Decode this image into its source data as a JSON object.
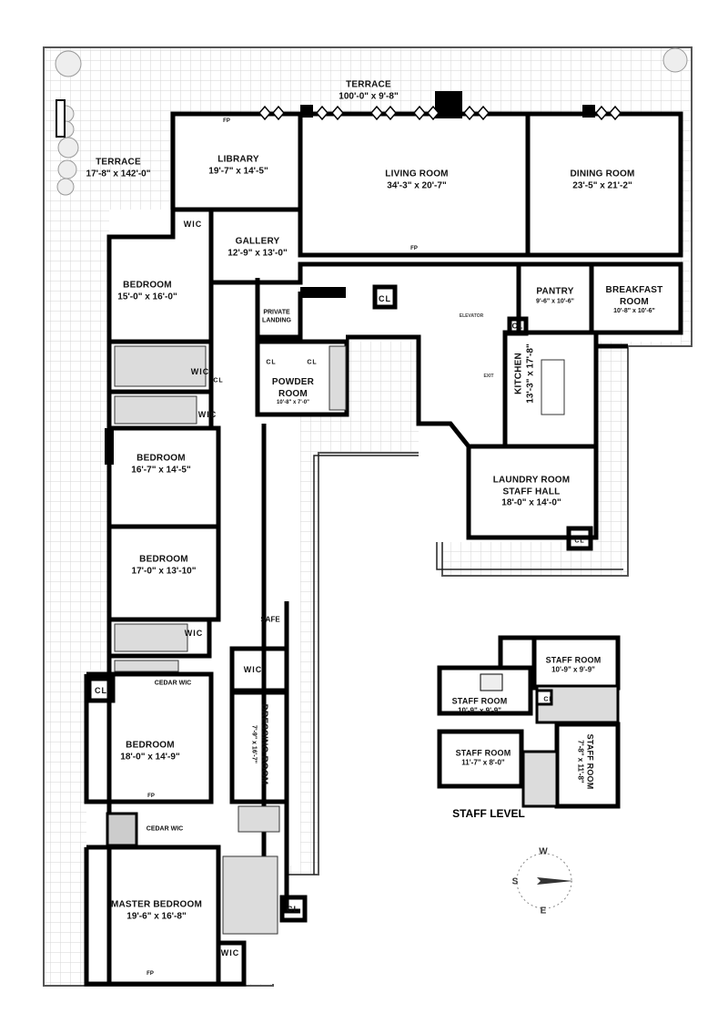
{
  "rooms": [
    {
      "name": "TERRACE",
      "dims": "100'-0\" x 9'-8\""
    },
    {
      "name": "TERRACE",
      "dims": "17'-8\" x 142'-0\""
    },
    {
      "name": "LIBRARY",
      "dims": "19'-7\" x 14'-5\""
    },
    {
      "name": "LIVING ROOM",
      "dims": "34'-3\" x 20'-7\""
    },
    {
      "name": "DINING ROOM",
      "dims": "23'-5\" x 21'-2\""
    },
    {
      "name": "GALLERY",
      "dims": "12'-9\" x 13'-0\""
    },
    {
      "name": "BEDROOM",
      "dims": "15'-0\" x 16'-0\""
    },
    {
      "name": "PRIVATE",
      "dims": "LANDING"
    },
    {
      "name": "PANTRY",
      "dims": "9'-6\" x 10'-6\""
    },
    {
      "name": "BREAKFAST ROOM",
      "dims": "10'-8\" x 10'-6\""
    },
    {
      "name": "POWDER ROOM",
      "dims": "10'-8\" x 7'-0\""
    },
    {
      "name": "KITCHEN",
      "dims": "13'-3\" x 17'-8\""
    },
    {
      "name": "LAUNDRY ROOM STAFF HALL",
      "dims": "18'-0\" x 14'-0\""
    },
    {
      "name": "BEDROOM",
      "dims": "16'-7\" x 14'-5\""
    },
    {
      "name": "BEDROOM",
      "dims": "17'-0\" x 13'-10\""
    },
    {
      "name": "BEDROOM",
      "dims": "18'-0\" x 14'-9\""
    },
    {
      "name": "DRESSING ROOM",
      "dims": "7'-9\" x 16'-7\""
    },
    {
      "name": "MASTER BEDROOM",
      "dims": "19'-6\" x 16'-8\""
    },
    {
      "name": "STAFF ROOM",
      "dims": "10'-9\" x 9'-9\""
    },
    {
      "name": "STAFF ROOM",
      "dims": "10'-9\" x 9'-9\""
    },
    {
      "name": "STAFF ROOM",
      "dims": "11'-7\" x 8'-0\""
    },
    {
      "name": "STAFF ROOM",
      "dims": "7'-8\" x 11'-8\""
    }
  ],
  "tags": {
    "wic": "WIC",
    "cl": "CL",
    "fp": "FP",
    "safe": "SAFE",
    "cedar_wic": "CEDAR WIC",
    "elevator": "ELEVATOR",
    "exit": "EXIT"
  },
  "staff_level": "STAFF LEVEL",
  "compass": {
    "w": "W",
    "s": "S",
    "e": "E"
  },
  "colors": {
    "wall": "#000000",
    "grid": "#d6d6d6",
    "fixture_fill": "#dcdcdc"
  }
}
